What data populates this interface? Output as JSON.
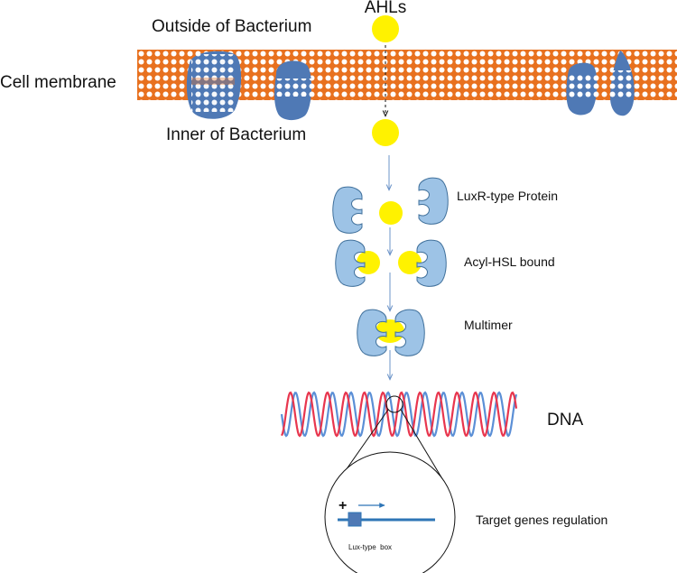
{
  "labels": {
    "ahls": "AHLs",
    "outside": "Outside of Bacterium",
    "cell_membrane": "Cell membrane",
    "inner": "Inner of Bacterium",
    "luxr": "LuxR-type Protein",
    "acyl_hsl": "Acyl-HSL bound",
    "multimer": "Multimer",
    "dna": "DNA",
    "target_genes": "Target genes regulation",
    "lux_box": "Lux-type  box",
    "plus": "+"
  },
  "colors": {
    "membrane_orange": "#E8711F",
    "membrane_bead": "#ffffff",
    "channel_blue": "#4F79B5",
    "protein_blue": "#9DC3E6",
    "protein_stroke": "#41719C",
    "ahl_yellow": "#FFF200",
    "dna_red": "#E8364E",
    "dna_blue": "#5B8FD6",
    "arrow_blue": "#6E95C9",
    "gene_line": "#2E75B6"
  },
  "icons": [
    "membrane-channel-icon",
    "ahl-molecule-icon",
    "luxr-protein-icon",
    "dna-helix-icon",
    "magnifier-circle-icon"
  ]
}
